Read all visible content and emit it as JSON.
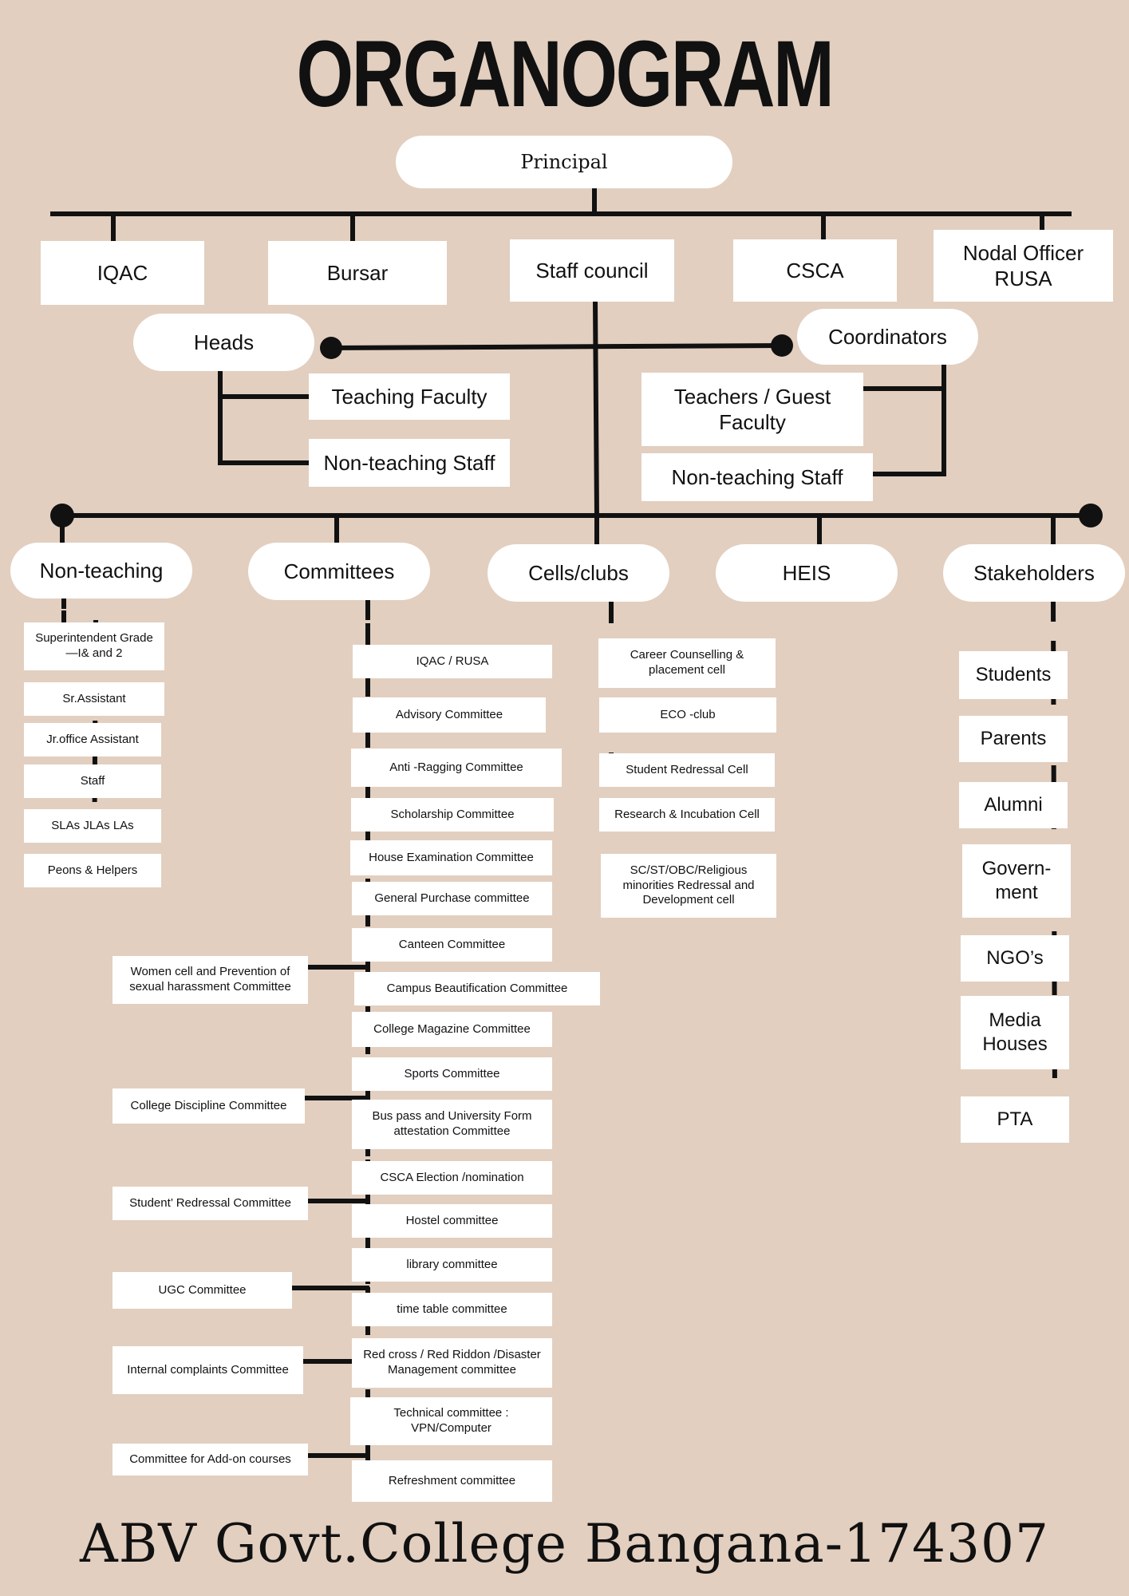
{
  "title": "ORGANOGRAM",
  "footer": "ABV Govt.College Bangana-174307",
  "principal": "Principal",
  "top_level": [
    "IQAC",
    "Bursar",
    "Staff council",
    "CSCA",
    "Nodal Officer RUSA"
  ],
  "heads": {
    "label": "Heads",
    "items": [
      "Teaching Faculty",
      "Non-teaching Staff"
    ]
  },
  "coordinators": {
    "label": "Coordinators",
    "items": [
      "Teachers / Guest Faculty",
      "Non-teaching Staff"
    ]
  },
  "branches": [
    "Non-teaching",
    "Committees",
    "Cells/clubs",
    "HEIS",
    "Stakeholders"
  ],
  "non_teaching": [
    "Superintendent Grade —I& and 2",
    "Sr.Assistant",
    "Jr.office Assistant",
    "Staff",
    "SLAs JLAs LAs",
    "Peons & Helpers"
  ],
  "committees": [
    "IQAC / RUSA",
    "Advisory Committee",
    "Anti -Ragging  Committee",
    "Scholarship  Committee",
    "House Examination  Committee",
    "General Purchase committee",
    "Canteen Committee",
    "Campus Beautification  Committee",
    "College Magazine Committee",
    "Sports Committee",
    "Bus pass and University Form attestation Committee",
    "CSCA  Election /nomination",
    "Hostel committee",
    "library committee",
    "time table committee",
    "Red cross / Red Riddon /Disaster Management committee",
    "Technical committee : VPN/Computer",
    "Refreshment committee"
  ],
  "side_committees": [
    "Women cell and Prevention  of sexual harassment Committee",
    "College  Discipline Committee",
    "Student’ Redressal Committee",
    "UGC Committee",
    "Internal complaints Committee",
    "Committee for Add-on courses"
  ],
  "cells": [
    "Career Counselling & placement cell",
    "ECO -club",
    "Student Redressal Cell",
    "Research & Incubation Cell",
    "SC/ST/OBC/Religious minorities Redressal and Development cell"
  ],
  "stakeholders": [
    "Students",
    "Parents",
    "Alumni",
    "Govern-ment",
    "NGO’s",
    "Media Houses",
    "PTA"
  ]
}
